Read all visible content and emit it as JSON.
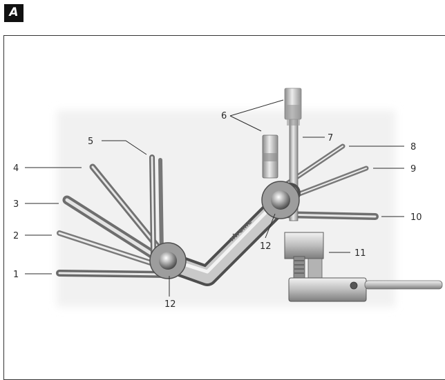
{
  "panel": {
    "letter": "A"
  },
  "product": {
    "engraving": "xtreme"
  },
  "callouts": [
    "1",
    "2",
    "3",
    "4",
    "5",
    "6",
    "7",
    "8",
    "9",
    "10",
    "11",
    "12",
    "12"
  ]
}
